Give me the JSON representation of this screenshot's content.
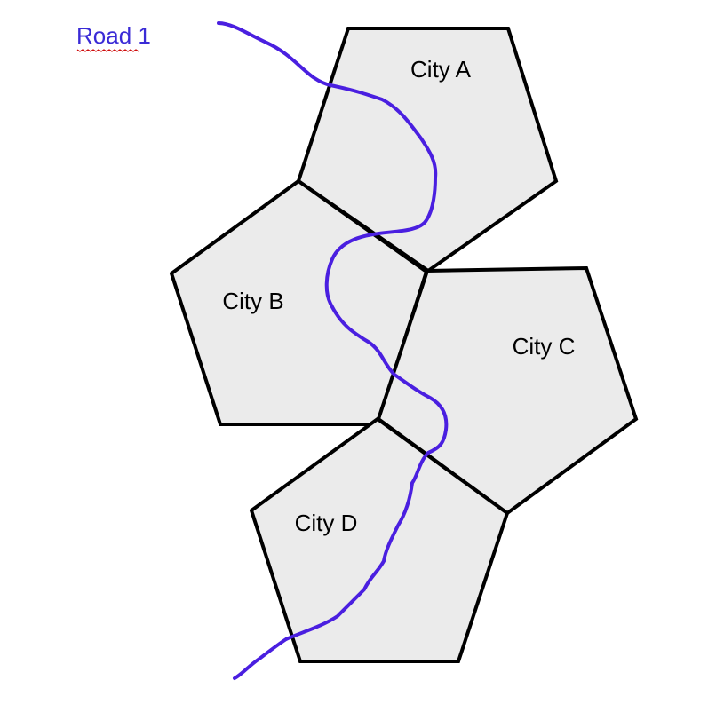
{
  "diagram": {
    "colors": {
      "city_fill": "#ebebeb",
      "city_stroke": "#000000",
      "road_line": "#4a1fe0",
      "road_label": "#3a2bd6",
      "spellcheck_underline": "#cc0000"
    },
    "cities": [
      {
        "id": "city-a",
        "label": "City A"
      },
      {
        "id": "city-b",
        "label": "City B"
      },
      {
        "id": "city-c",
        "label": "City C"
      },
      {
        "id": "city-d",
        "label": "City D"
      }
    ],
    "road": {
      "label": "Road 1"
    }
  }
}
